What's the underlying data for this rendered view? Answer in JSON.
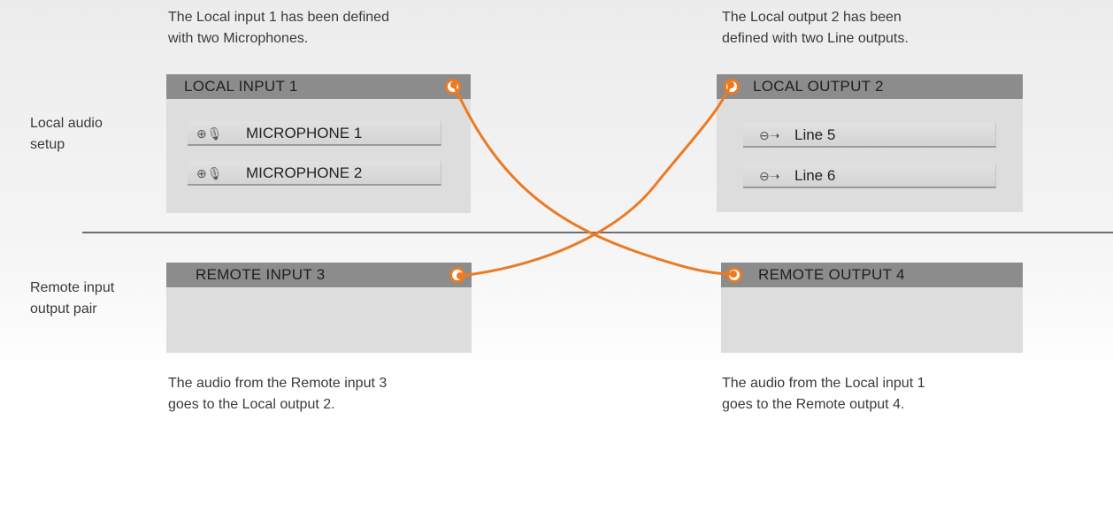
{
  "captions": {
    "top_left": "The Local input 1 has been defined\nwith two Microphones.",
    "top_right": "The Local output 2 has been\ndefined with two Line outputs.",
    "bottom_left": "The audio from the Remote input 3\ngoes to the Local output 2.",
    "bottom_right": "The audio from the Local input 1\ngoes to the Remote output 4."
  },
  "row_labels": {
    "local": "Local audio\nsetup",
    "remote": "Remote input\noutput pair"
  },
  "panels": {
    "local_input": {
      "title": "LOCAL INPUT 1",
      "channels": [
        {
          "label": "MICROPHONE 1",
          "icon": "microphone-icon"
        },
        {
          "label": "MICROPHONE 2",
          "icon": "microphone-icon"
        }
      ]
    },
    "local_output": {
      "title": "LOCAL OUTPUT 2",
      "channels": [
        {
          "label": "Line 5",
          "icon": "line-out-icon"
        },
        {
          "label": "Line 6",
          "icon": "line-out-icon"
        }
      ]
    },
    "remote_input": {
      "title": "REMOTE INPUT 3"
    },
    "remote_output": {
      "title": "REMOTE OUTPUT 4"
    }
  },
  "colors": {
    "connection": "#ec7a22",
    "panel_header": "#8c8c8c",
    "panel_body": "#dddddd"
  }
}
